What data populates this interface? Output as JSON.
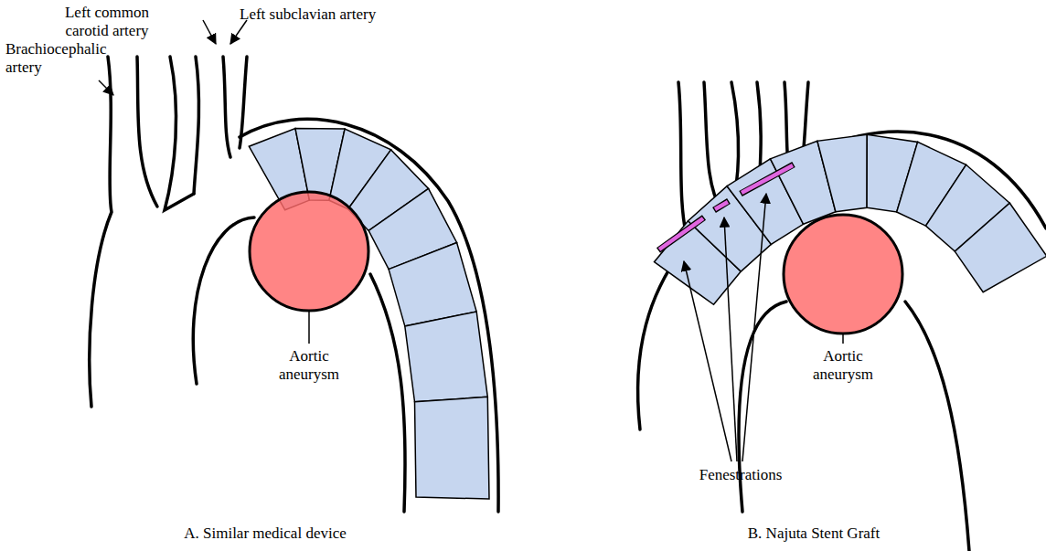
{
  "diagram": {
    "labels": [
      "Left common carotid artery",
      "Left subclavian artery",
      "Brachiocephalic artery",
      "Aortic aneurysm",
      "A. Similar medical device",
      "Aortic aneurysm",
      "Fenestrations",
      "B. Najuta Stent Graft"
    ]
  }
}
